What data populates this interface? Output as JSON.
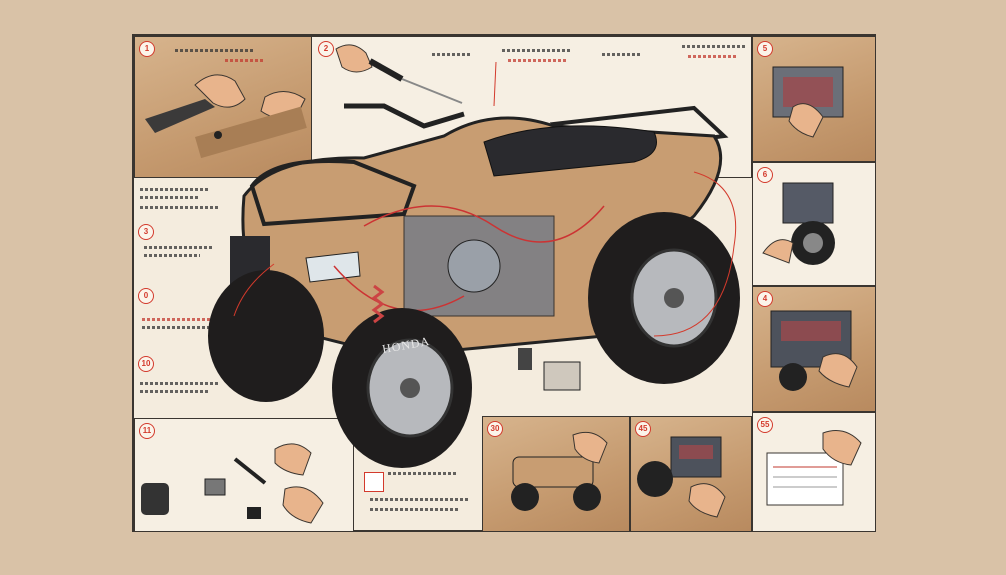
{
  "steps": [
    {
      "number": "1"
    },
    {
      "number": "2"
    },
    {
      "number": "3"
    },
    {
      "number": "0"
    },
    {
      "number": "10"
    },
    {
      "number": "11"
    },
    {
      "number": "5"
    },
    {
      "number": "6"
    },
    {
      "number": "4"
    },
    {
      "number": "30"
    },
    {
      "number": "45"
    },
    {
      "number": "55"
    }
  ],
  "brand_label": "HONDA",
  "colors": {
    "background": "#d9c2a7",
    "paper": "#f4ecde",
    "wood": "#c89d72",
    "tire": "#1f1d1d",
    "accent_red": "#d33a2c",
    "outline": "#3a3530"
  }
}
